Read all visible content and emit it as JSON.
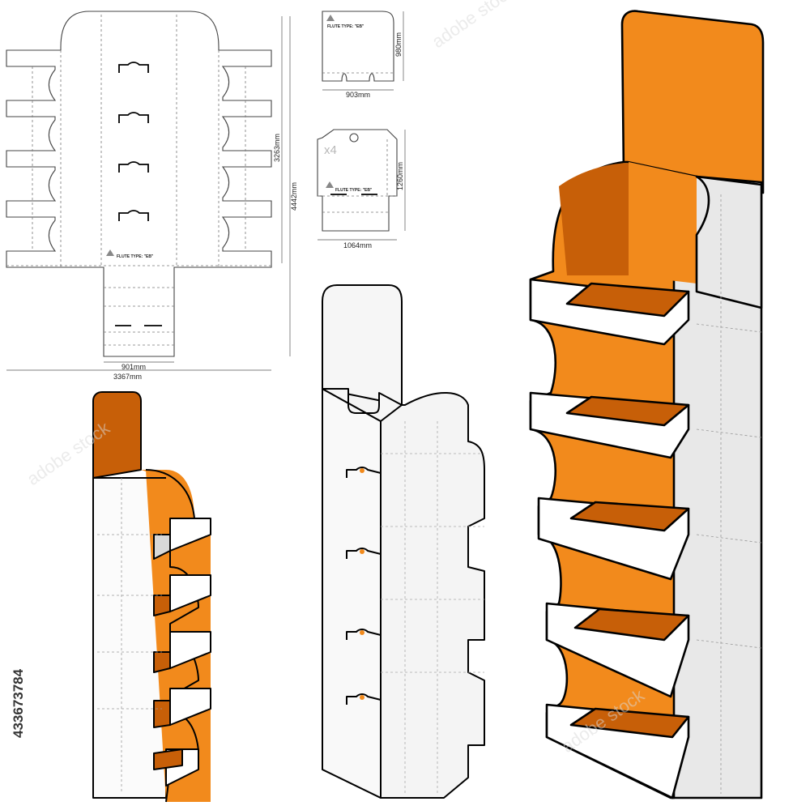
{
  "dieline": {
    "flute_label": "FLUTE TYPE: \"EB\"",
    "height_short": "3263mm",
    "height_total": "4442mm",
    "width_base": "901mm",
    "width_total": "3367mm"
  },
  "header_card": {
    "flute_label": "FLUTE TYPE: \"EB\"",
    "height": "980mm",
    "width": "903mm"
  },
  "shelf_tray": {
    "count_mark": "x4",
    "flute_label": "FLUTE TYPE: \"EB\"",
    "height": "1260mm",
    "width": "1064mm"
  },
  "stock_id": "433673784",
  "watermark": "adobe stock",
  "colors": {
    "orange": "#f28a1c",
    "dark_orange": "#c75f08",
    "panel_grey": "#ececec",
    "outline": "#000000"
  }
}
